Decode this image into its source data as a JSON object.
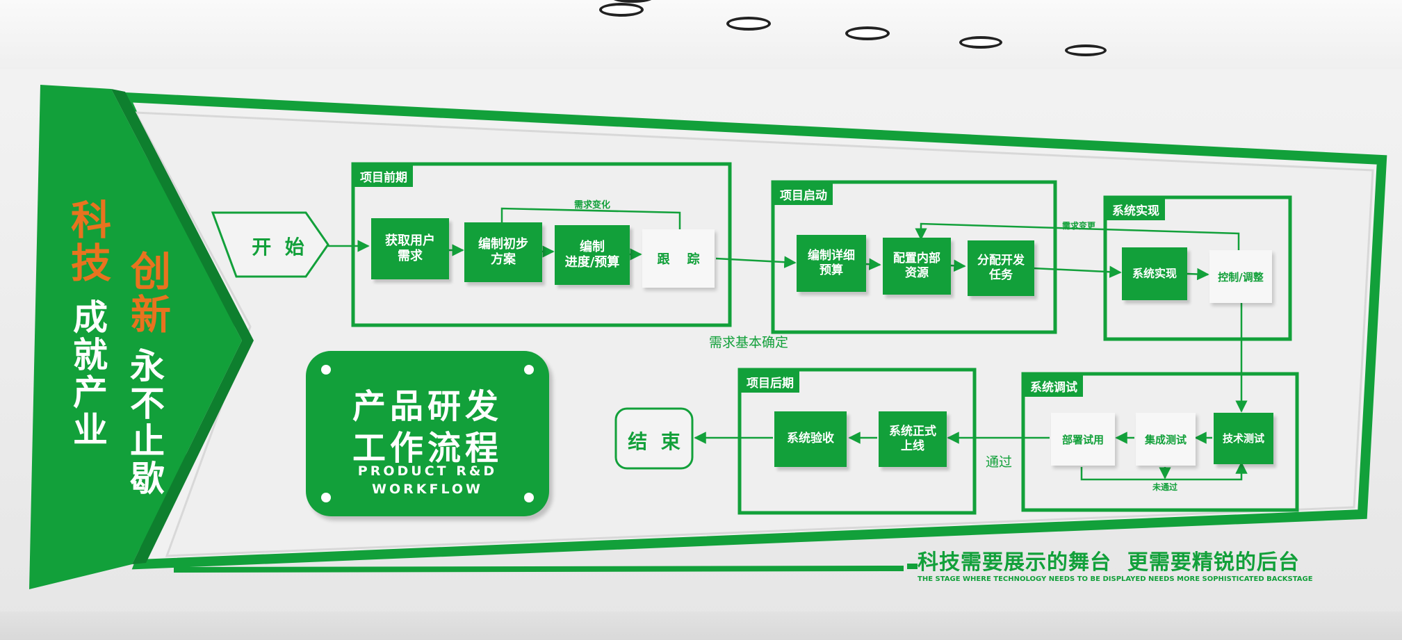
{
  "colors": {
    "accent": "#12a03a",
    "slogan_orange": "#e8731f",
    "white": "#ffffff"
  },
  "left_slogan": {
    "col1_orange": "科技",
    "col1_white": "成就产业",
    "col2_orange": "创新",
    "col2_white": "永不止歇"
  },
  "title_card": {
    "line1": "产品研发",
    "line2": "工作流程",
    "en1": "PRODUCT R&D",
    "en2": "WORKFLOW"
  },
  "start_label": "开  始",
  "end_label": "结  束",
  "groups": {
    "pre": {
      "title": "项目前期",
      "steps": [
        "获取用户\n需求",
        "编制初步\n方案",
        "编制\n进度/预算",
        "跟    踪"
      ],
      "loop_note": "需求变化"
    },
    "kickoff": {
      "title": "项目启动",
      "steps": [
        "编制详细\n预算",
        "配置内部\n资源",
        "分配开发\n任务"
      ]
    },
    "impl": {
      "title": "系统实现",
      "steps": [
        "系统实现",
        "控制/调整"
      ],
      "loop_note": "需求变更"
    },
    "debug": {
      "title": "系统调试",
      "steps": [
        "技术测试",
        "集成测试",
        "部署试用"
      ],
      "loop_note": "未通过"
    },
    "post": {
      "title": "项目后期",
      "steps": [
        "系统正式\n上线",
        "系统验收"
      ]
    }
  },
  "notes": {
    "confirmed": "需求基本确定",
    "passed": "通过"
  },
  "bottom_slogan": {
    "cn": "科技需要展示的舞台  更需要精锐的后台",
    "en": "THE STAGE WHERE TECHNOLOGY NEEDS TO BE DISPLAYED NEEDS MORE SOPHISTICATED BACKSTAGE"
  }
}
